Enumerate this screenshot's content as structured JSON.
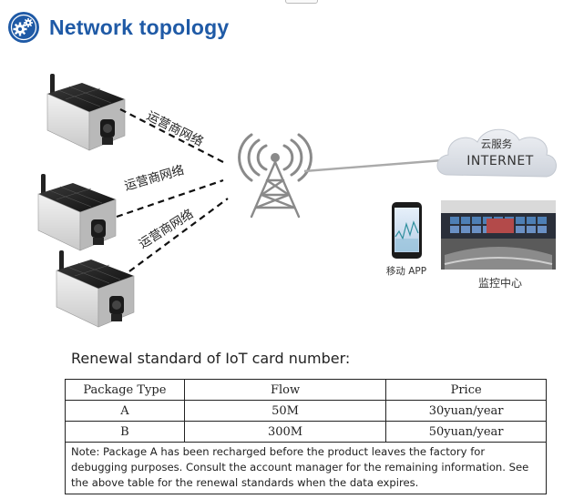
{
  "header": {
    "title": "Network topology",
    "icon": "gears-icon"
  },
  "diagram": {
    "carrier_labels": [
      "运营商网络",
      "运营商网络",
      "运营商网络"
    ],
    "cloud_label_cn": "云服务",
    "cloud_label_en": "INTERNET",
    "app_label": "移动 APP",
    "monitor_label": "监控中心"
  },
  "renewal": {
    "heading": "Renewal standard of IoT card number:",
    "columns": [
      "Package Type",
      "Flow",
      "Price"
    ],
    "rows": [
      [
        "A",
        "50M",
        "30yuan/year"
      ],
      [
        "B",
        "300M",
        "50yuan/year"
      ]
    ],
    "note": "Note: Package A has been recharged before the product leaves the factory for debugging purposes. Consult the account manager for the remaining information. See the above table for the renewal standards when the data expires."
  },
  "colors": {
    "title": "#1f5aa6",
    "cloud": "#dde1e8",
    "line": "#aaaaaa"
  }
}
